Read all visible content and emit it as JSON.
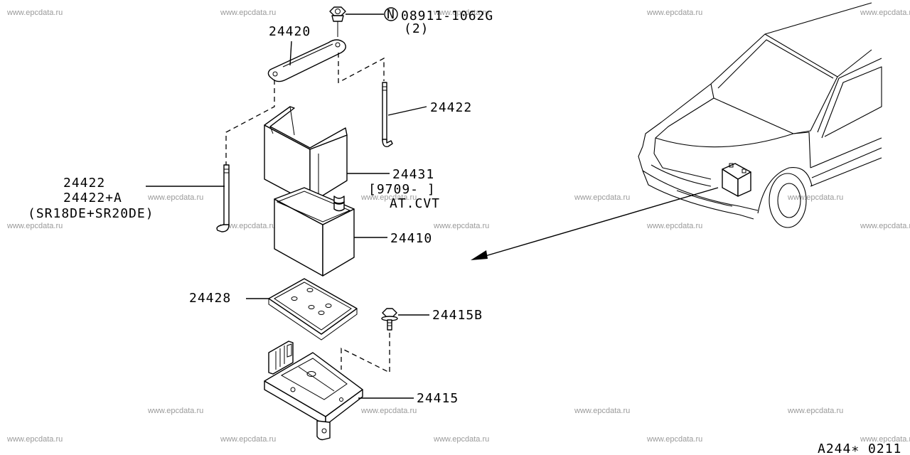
{
  "diagram": {
    "fastener": {
      "symbol": "N",
      "part_no": "08911-1062G",
      "qty": "(2)"
    },
    "labels": {
      "p24420": "24420",
      "p24422_right": "24422",
      "p24422_left": "24422",
      "p24422_left_alt": "24422+A",
      "p24422_left_note": "(SR18DE+SR20DE)",
      "p24431": "24431",
      "p24431_date": "[9709-     ]",
      "p24431_note": "AT.CVT",
      "p24410": "24410",
      "p24428": "24428",
      "p24415b": "24415B",
      "p24415": "24415"
    },
    "figure_code": "A244∗ 0211"
  },
  "watermark": "www.epcdata.ru"
}
